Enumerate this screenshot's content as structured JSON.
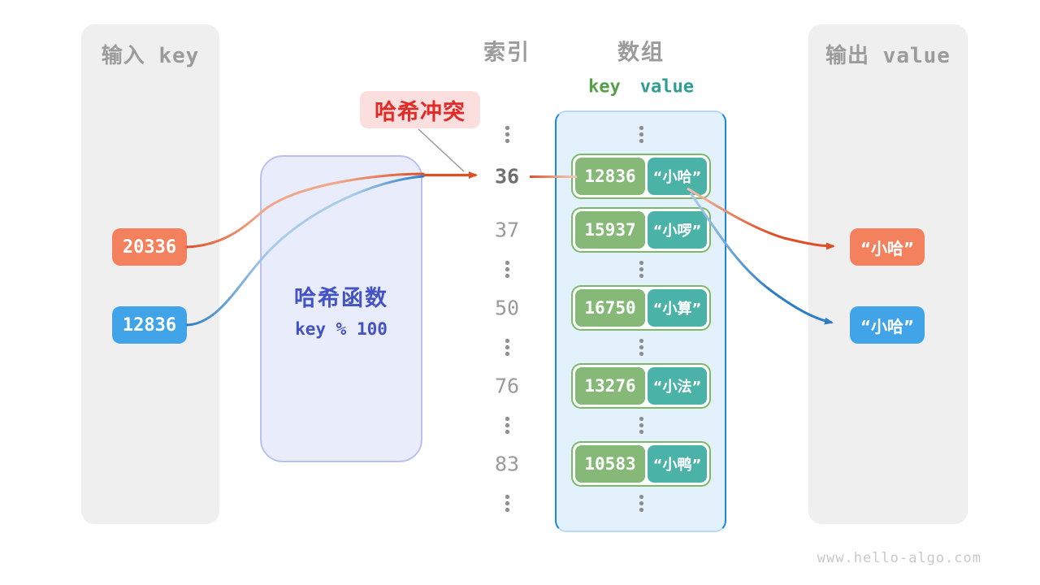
{
  "input_panel": {
    "title": "输入 key",
    "keys": [
      {
        "label": "20336",
        "color": "orange"
      },
      {
        "label": "12836",
        "color": "blue"
      }
    ]
  },
  "hash_function": {
    "name": "哈希函数",
    "formula": "key % 100"
  },
  "collision_label": {
    "text": "哈希冲突"
  },
  "index_column": {
    "title": "索引",
    "values": [
      "36",
      "37",
      "50",
      "76",
      "83"
    ],
    "highlighted_value": "36"
  },
  "array_column": {
    "title": "数组",
    "key_header": "key",
    "value_header": "value",
    "rows": [
      {
        "key": "12836",
        "value": "“小哈”"
      },
      {
        "key": "15937",
        "value": "“小啰”"
      },
      {
        "key": "16750",
        "value": "“小算”"
      },
      {
        "key": "13276",
        "value": "“小法”"
      },
      {
        "key": "10583",
        "value": "“小鸭”"
      }
    ]
  },
  "output_panel": {
    "title": "输出 value",
    "values": [
      {
        "label": "“小哈”",
        "color": "orange"
      },
      {
        "label": "“小哈”",
        "color": "blue"
      }
    ]
  },
  "footer": {
    "text": "www.hello-algo.com"
  },
  "colors": {
    "panel_bg": "#efefef",
    "orange": "#f3815e",
    "blue": "#42a4e8",
    "line_orange": "#dd4f27",
    "line_blue": "#2d7ec4",
    "key_green": "#86b977",
    "value_teal": "#4bb2a8",
    "pair_border": "#7db968",
    "array_bg": "#e3f1fc",
    "array_border": "#1c87e0",
    "hash_bg": "#e9ecfa",
    "hash_border": "#bac1ee",
    "hash_text": "#4353c3",
    "collision_bg": "#fbdede",
    "collision_red": "#e02b26",
    "header_gray": "#9b9b9b"
  }
}
